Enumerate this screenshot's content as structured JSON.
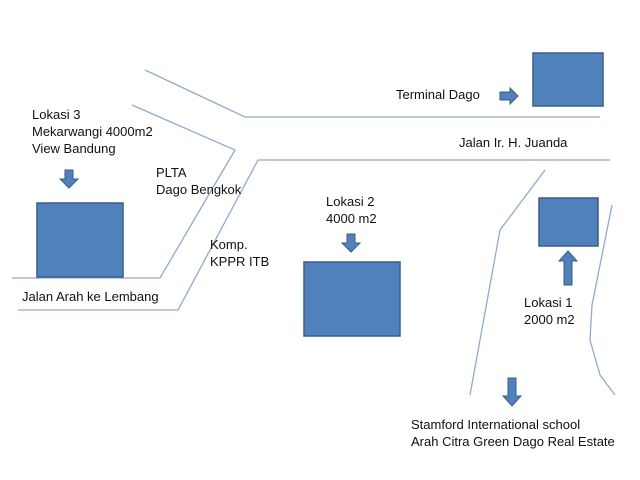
{
  "labels": {
    "terminal": "Terminal Dago",
    "juanda": "Jalan Ir. H. Juanda",
    "lokasi3": [
      "Lokasi 3",
      "Mekarwangi  4000m2",
      "View Bandung"
    ],
    "plta": [
      "PLTA",
      "Dago Bengkok"
    ],
    "lokasi2": [
      "Lokasi 2",
      "4000 m2"
    ],
    "komp": [
      "Komp.",
      "KPPR ITB"
    ],
    "lembang": "Jalan Arah ke Lembang",
    "lokasi1": [
      "Lokasi 1",
      "2000 m2"
    ],
    "stamford": [
      "Stamford International school",
      "Arah Citra Green Dago Real Estate"
    ]
  },
  "colors": {
    "block_fill": "#4f81bd",
    "block_stroke": "#385d8a",
    "road": "#8eaad8",
    "text": "#111111"
  }
}
